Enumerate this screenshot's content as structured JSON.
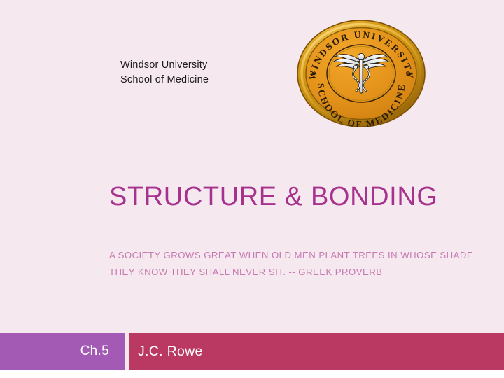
{
  "slide": {
    "background_color": "#f5e8ef",
    "institution": {
      "line1": "Windsor University",
      "line2": "School of Medicine"
    },
    "title": "STRUCTURE & BONDING",
    "subtitle": {
      "line1": "A SOCIETY GROWS GREAT WHEN OLD MEN PLANT TREES IN WHOSE SHADE",
      "line2": "THEY KNOW THEY SHALL NEVER SIT. -- GREEK PROVERB"
    },
    "title_color": "#a7328e",
    "subtitle_color": "#c77ab2"
  },
  "logo": {
    "name": "windsor-university-seal",
    "top_arc_text": "WINDSOR UNIVERSITY",
    "bottom_arc_text": "SCHOOL OF MEDICINE",
    "emblem": "caduceus-icon",
    "left_ornament": "*",
    "right_ornament": "*",
    "ring_color": "#c8901a",
    "face_color": "#e8991f",
    "text_color": "#2a1a06"
  },
  "footer": {
    "chapter_label": "Ch.5",
    "author_label": "J.C. Rowe",
    "chapter_bar_color": "#a25ab4",
    "author_bar_color": "#b93963"
  }
}
